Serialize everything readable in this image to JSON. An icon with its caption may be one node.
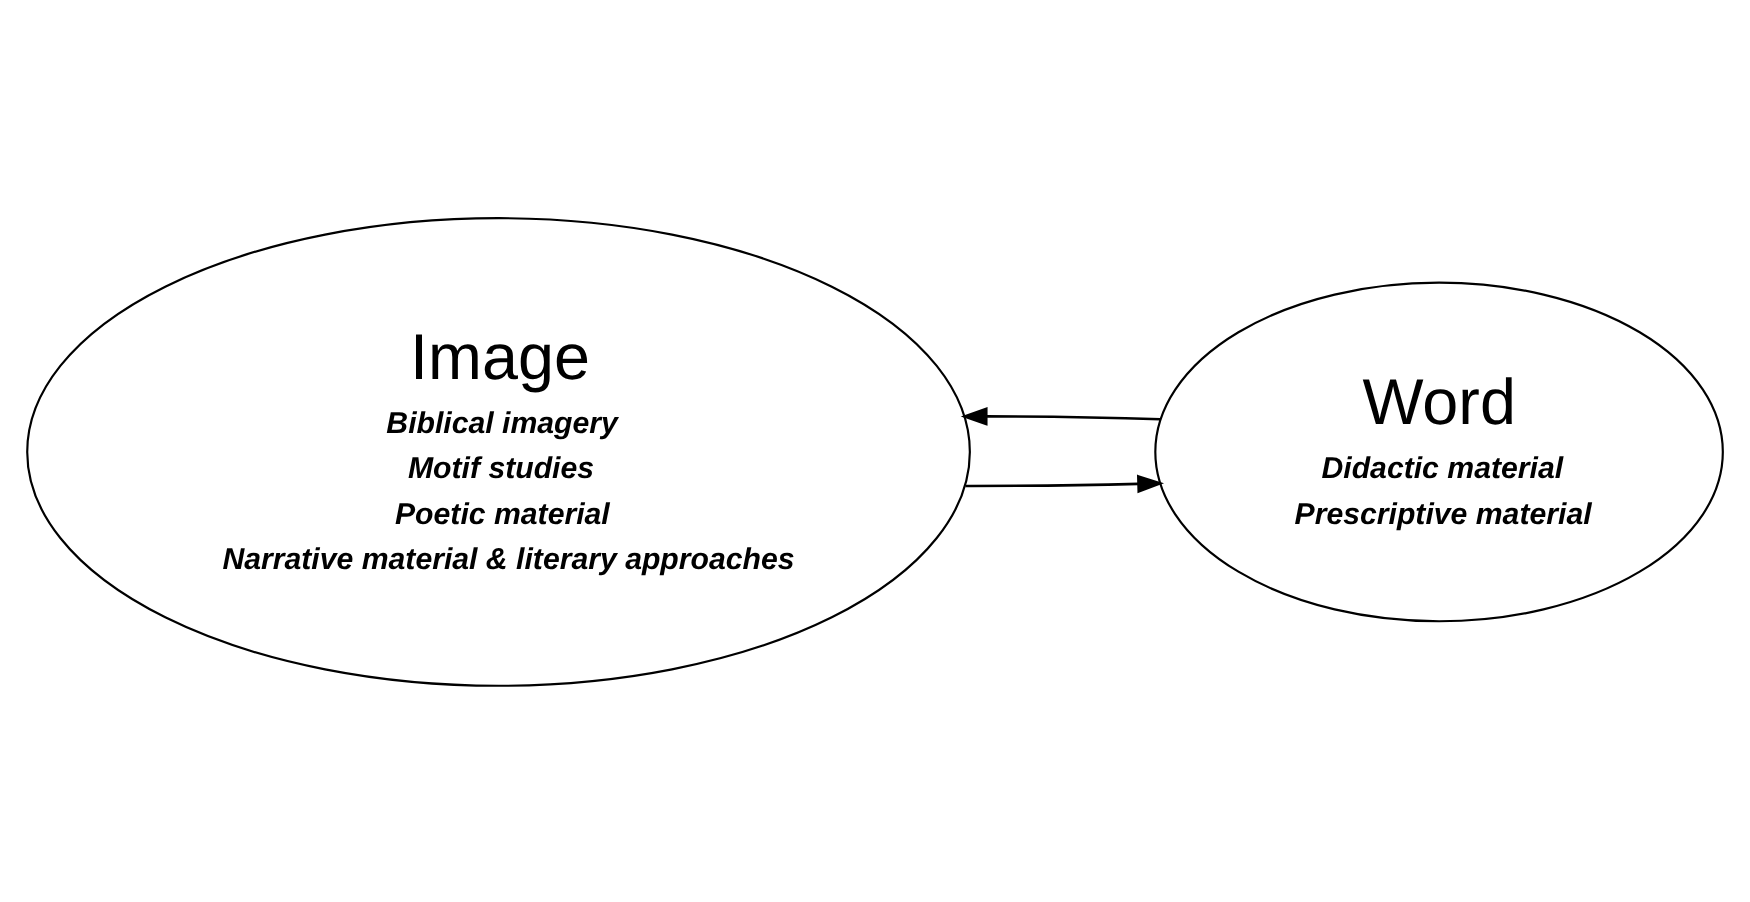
{
  "diagram": {
    "nodes": [
      {
        "text": [
          "Image",
          "Biblical imagery",
          "Motif studies",
          "Poetic material",
          "Narrative material & literary approaches"
        ]
      },
      {
        "text": [
          "Word",
          "Didactic material",
          "Prescriptive material"
        ]
      }
    ],
    "edges": [
      {
        "from": 0,
        "to": 1,
        "arrow": "to"
      },
      {
        "from": 1,
        "to": 0,
        "arrow": "to"
      }
    ]
  }
}
